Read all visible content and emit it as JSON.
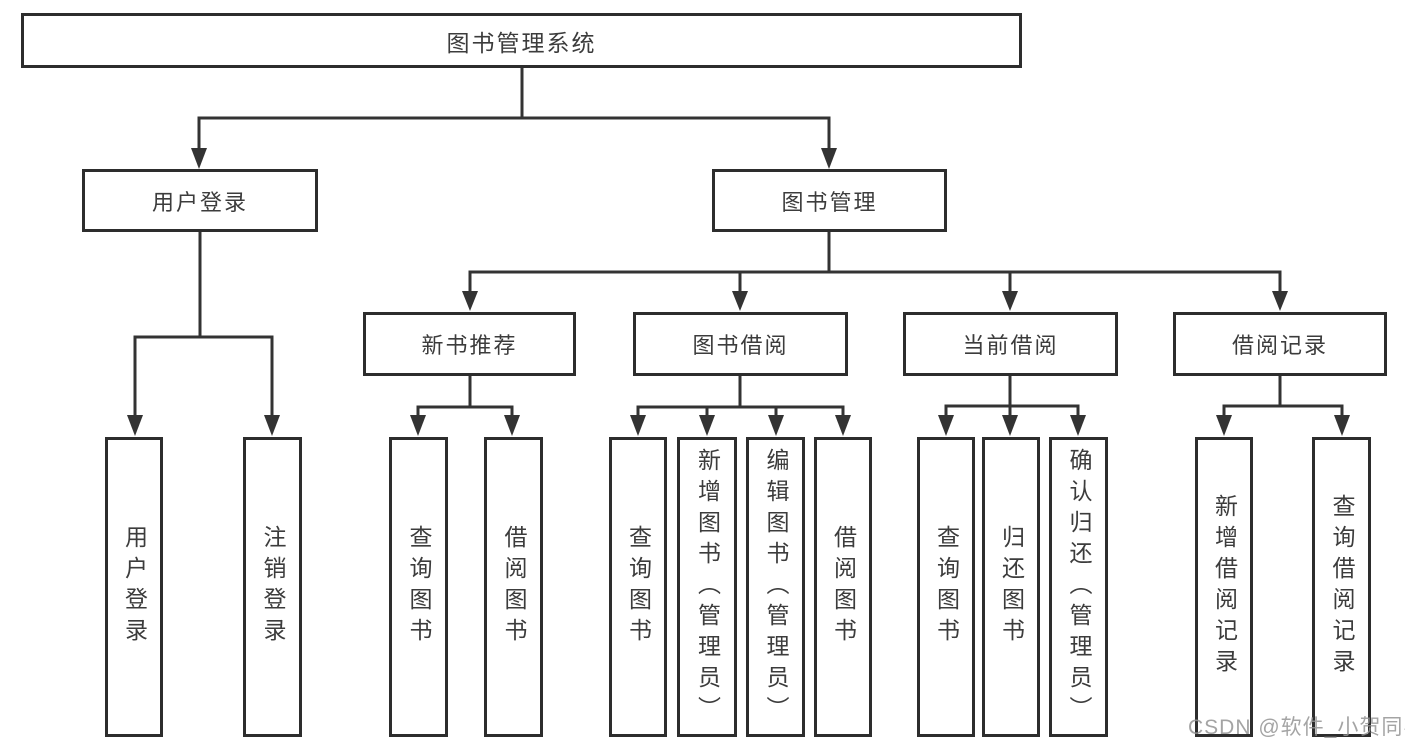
{
  "colors": {
    "background": "#ffffff",
    "box_border": "#2d2d2d",
    "connector_line": "#333333",
    "text": "#3c3c3c",
    "watermark_text": "#949494"
  },
  "nodes": {
    "root": "图书管理系统",
    "user_login": "用户登录",
    "book_mgmt": "图书管理",
    "new_book_rec": "新书推荐",
    "book_borrow": "图书借阅",
    "current_borrow": "当前借阅",
    "borrow_record": "借阅记录",
    "leaf_user_login": "用户登录",
    "leaf_logout": "注销登录",
    "leaf_query_book_1": "查询图书",
    "leaf_borrow_book_1": "借阅图书",
    "leaf_query_book_2": "查询图书",
    "leaf_add_book": "新增图书（管理员）",
    "leaf_edit_book": "编辑图书（管理员）",
    "leaf_borrow_book_2": "借阅图书",
    "leaf_query_book_3": "查询图书",
    "leaf_return_book": "归还图书",
    "leaf_confirm_return": "确认归还（管理员）",
    "leaf_add_record": "新增借阅记录",
    "leaf_query_record": "查询借阅记录"
  },
  "hierarchy": {
    "图书管理系统": {
      "用户登录": [
        "用户登录",
        "注销登录"
      ],
      "图书管理": {
        "新书推荐": [
          "查询图书",
          "借阅图书"
        ],
        "图书借阅": [
          "查询图书",
          "新增图书（管理员）",
          "编辑图书（管理员）",
          "借阅图书"
        ],
        "当前借阅": [
          "查询图书",
          "归还图书",
          "确认归还（管理员）"
        ],
        "借阅记录": [
          "新增借阅记录",
          "查询借阅记录"
        ]
      }
    }
  },
  "watermark": "CSDN @软件_小贺同学"
}
